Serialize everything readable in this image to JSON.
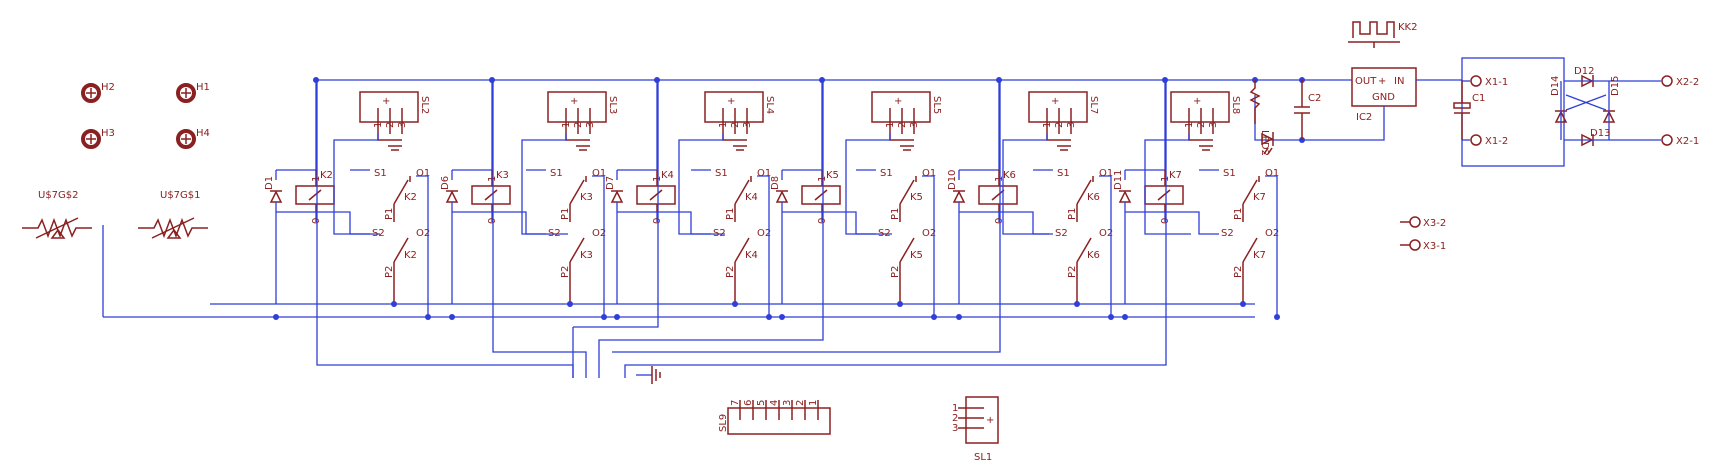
{
  "colors": {
    "wire": "#2f3fd8",
    "symbol": "#8b2020",
    "background": "#ffffff"
  },
  "mounting_holes": [
    "H2",
    "H1",
    "H3",
    "H4"
  ],
  "potentiometers": [
    "U$7G$2",
    "U$7G$1"
  ],
  "relay_blocks": [
    {
      "diode": "D1",
      "relay": "K2",
      "header": "SL2"
    },
    {
      "diode": "D6",
      "relay": "K3",
      "header": "SL3"
    },
    {
      "diode": "D7",
      "relay": "K4",
      "header": "SL4"
    },
    {
      "diode": "D8",
      "relay": "K5",
      "header": "SL5"
    },
    {
      "diode": "D10",
      "relay": "K6",
      "header": "SL7"
    },
    {
      "diode": "D11",
      "relay": "K7",
      "header": "SL8"
    }
  ],
  "pin_labels": {
    "coil_top": "1",
    "coil_bottom": "0",
    "s1": "S1",
    "o1": "O1",
    "p1": "P1",
    "s2": "S2",
    "o2": "O2",
    "p2": "P2",
    "header_pins": [
      "1",
      "2",
      "3"
    ]
  },
  "power": {
    "heatsink": "KK2",
    "regulator": "IC2",
    "reg_out": "OUT",
    "reg_in": "IN",
    "reg_gnd": "GND",
    "led": "LED2",
    "cap_c2": "C2",
    "cap_c1": "C1",
    "diodes": [
      "D12",
      "D13",
      "D14",
      "D15"
    ]
  },
  "connectors": [
    "X1-1",
    "X1-2",
    "X2-2",
    "X2-1",
    "X3-2",
    "X3-1"
  ],
  "sl9": {
    "label": "SL9",
    "pins": [
      "7",
      "6",
      "5",
      "4",
      "3",
      "2",
      "1"
    ]
  },
  "sl1": {
    "label": "SL1",
    "pins": [
      "1",
      "2",
      "3"
    ]
  }
}
